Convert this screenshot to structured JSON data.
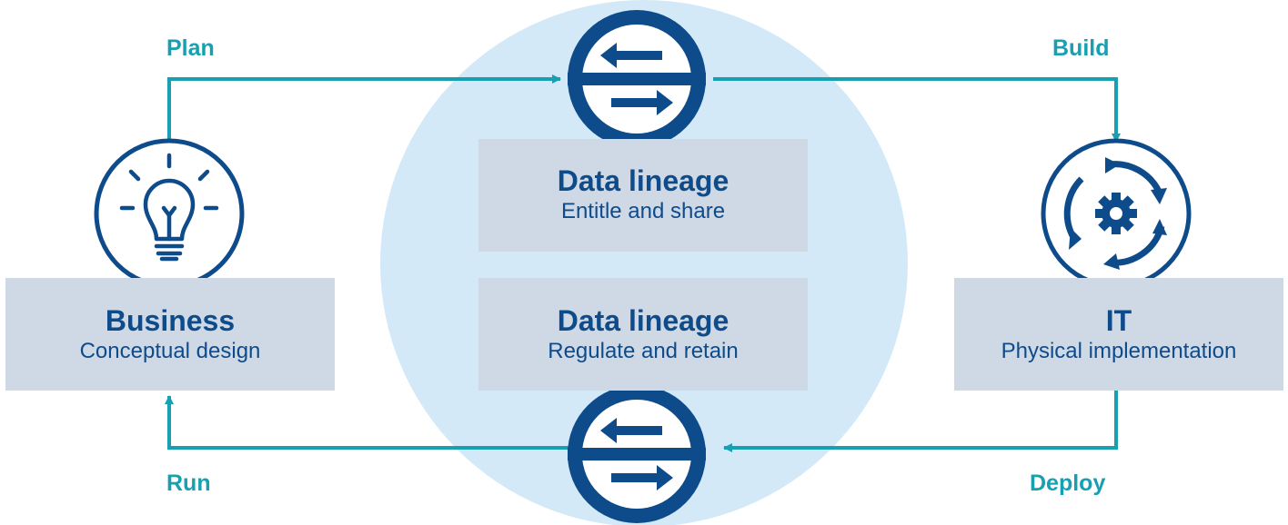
{
  "steps": {
    "plan": "Plan",
    "build": "Build",
    "run": "Run",
    "deploy": "Deploy"
  },
  "business": {
    "title": "Business",
    "subtitle": "Conceptual design",
    "icon": "lightbulb-icon"
  },
  "it": {
    "title": "IT",
    "subtitle": "Physical implementation",
    "icon": "gear-cycle-icon"
  },
  "lineage_top": {
    "title": "Data lineage",
    "subtitle": "Entitle and share",
    "icon": "exchange-arrows-icon"
  },
  "lineage_bottom": {
    "title": "Data lineage",
    "subtitle": "Regulate and retain",
    "icon": "exchange-arrows-icon"
  },
  "colors": {
    "navy": "#0e4b8b",
    "teal": "#16a0b1",
    "light_circle": "#d3e9f7",
    "box_fill": "#cfd9e6"
  }
}
